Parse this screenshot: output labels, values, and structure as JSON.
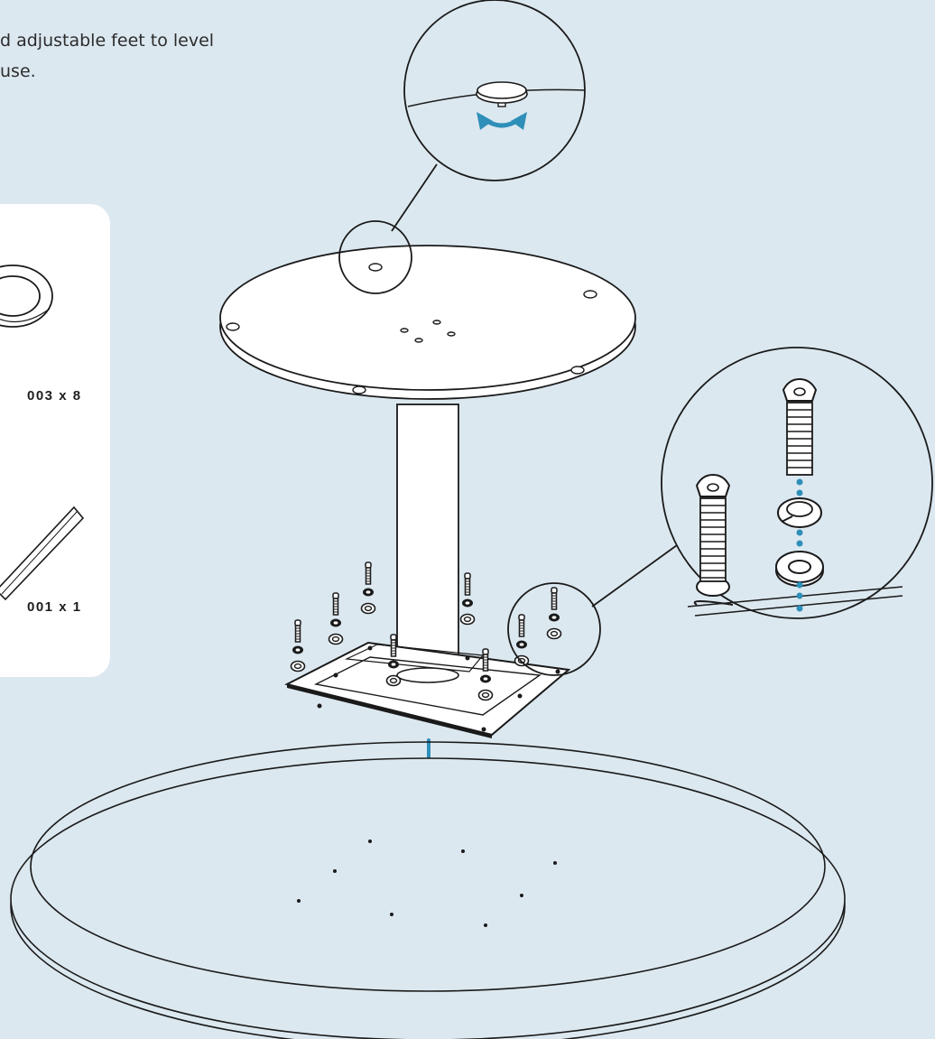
{
  "instruction": {
    "line1": "d adjustable feet to level",
    "line2": "use."
  },
  "parts": [
    {
      "label": "003 x 8",
      "icon": "washer-icon"
    },
    {
      "label": "001 x 1",
      "icon": "hex-key-icon"
    }
  ],
  "colors": {
    "background": "#dce8f0",
    "accent": "#2e8fb8",
    "stroke": "#1a1a1a",
    "panel": "#ffffff"
  }
}
